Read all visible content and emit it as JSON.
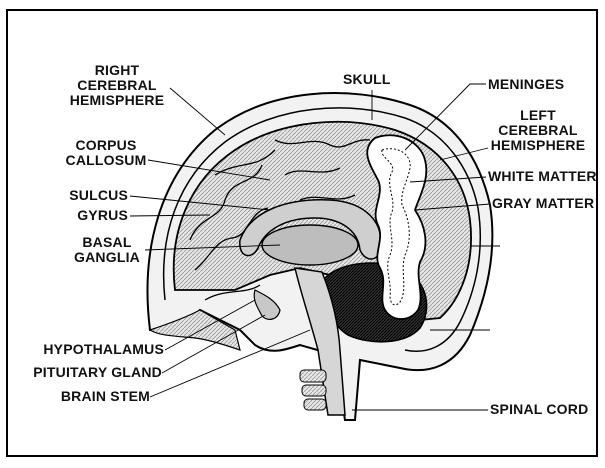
{
  "labels": {
    "right_hemisphere": [
      "RIGHT",
      "CEREBRAL",
      "HEMISPHERE"
    ],
    "corpus_callosum": [
      "CORPUS",
      "CALLOSUM"
    ],
    "sulcus": "SULCUS",
    "gyrus": "GYRUS",
    "basal_ganglia": [
      "BASAL",
      "GANGLIA"
    ],
    "hypothalamus": "HYPOTHALAMUS",
    "pituitary": "PITUITARY GLAND",
    "brain_stem": "BRAIN STEM",
    "skull": "SKULL",
    "meninges": "MENINGES",
    "left_hemisphere": [
      "LEFT",
      "CEREBRAL",
      "HEMISPHERE"
    ],
    "white_matter": "WHITE MATTER",
    "gray_matter": "GRAY MATTER",
    "spinal_cord": "SPINAL CORD"
  }
}
